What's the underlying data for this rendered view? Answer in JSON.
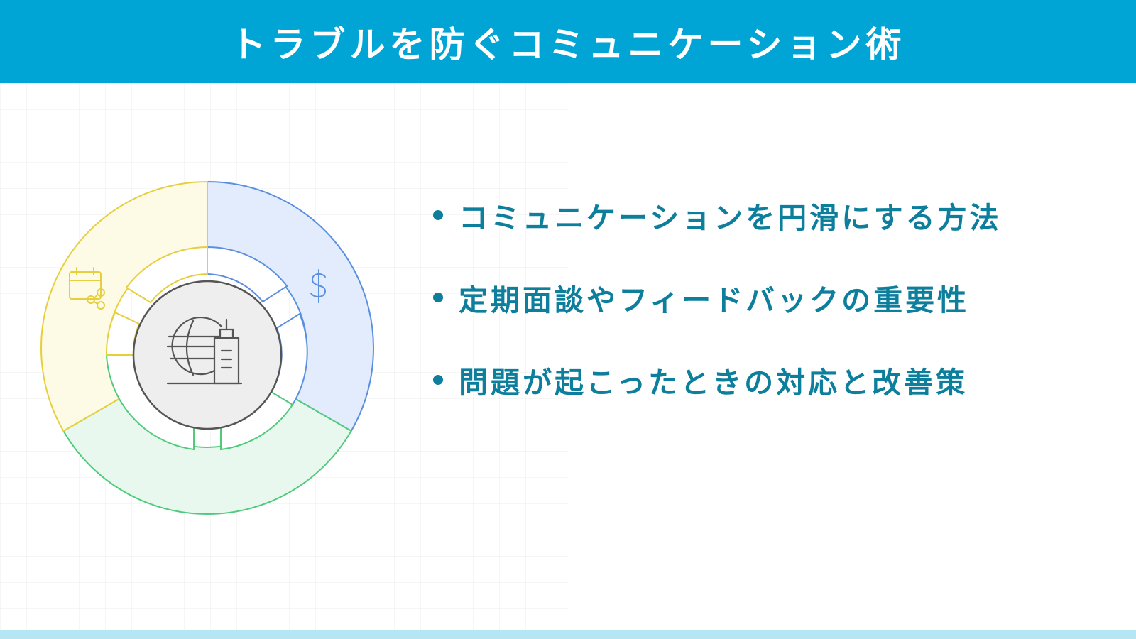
{
  "header": {
    "title": "トラブルを防ぐコミュニケーション術"
  },
  "bullets": [
    "コミュニケーションを円滑にする方法",
    "定期面談やフィードバックの重要性",
    "問題が起こったときの対応と改善策"
  ],
  "diagram": {
    "segments": [
      {
        "icon": "dollar-icon",
        "fill": "#e3ecfd",
        "stroke": "#5b8fe0"
      },
      {
        "icon": "none",
        "fill": "#e8f8ee",
        "stroke": "#4fcb7c"
      },
      {
        "icon": "calendar-share-icon",
        "fill": "#fdfbe6",
        "stroke": "#e6cf3e"
      }
    ],
    "center_icon": "globe-building-icon",
    "center_fill": "#eeeeee",
    "center_stroke": "#555555"
  },
  "colors": {
    "header_bg": "#00a5d6",
    "accent_text": "#0d7f9c",
    "footer_bar": "#b4e6f3"
  }
}
